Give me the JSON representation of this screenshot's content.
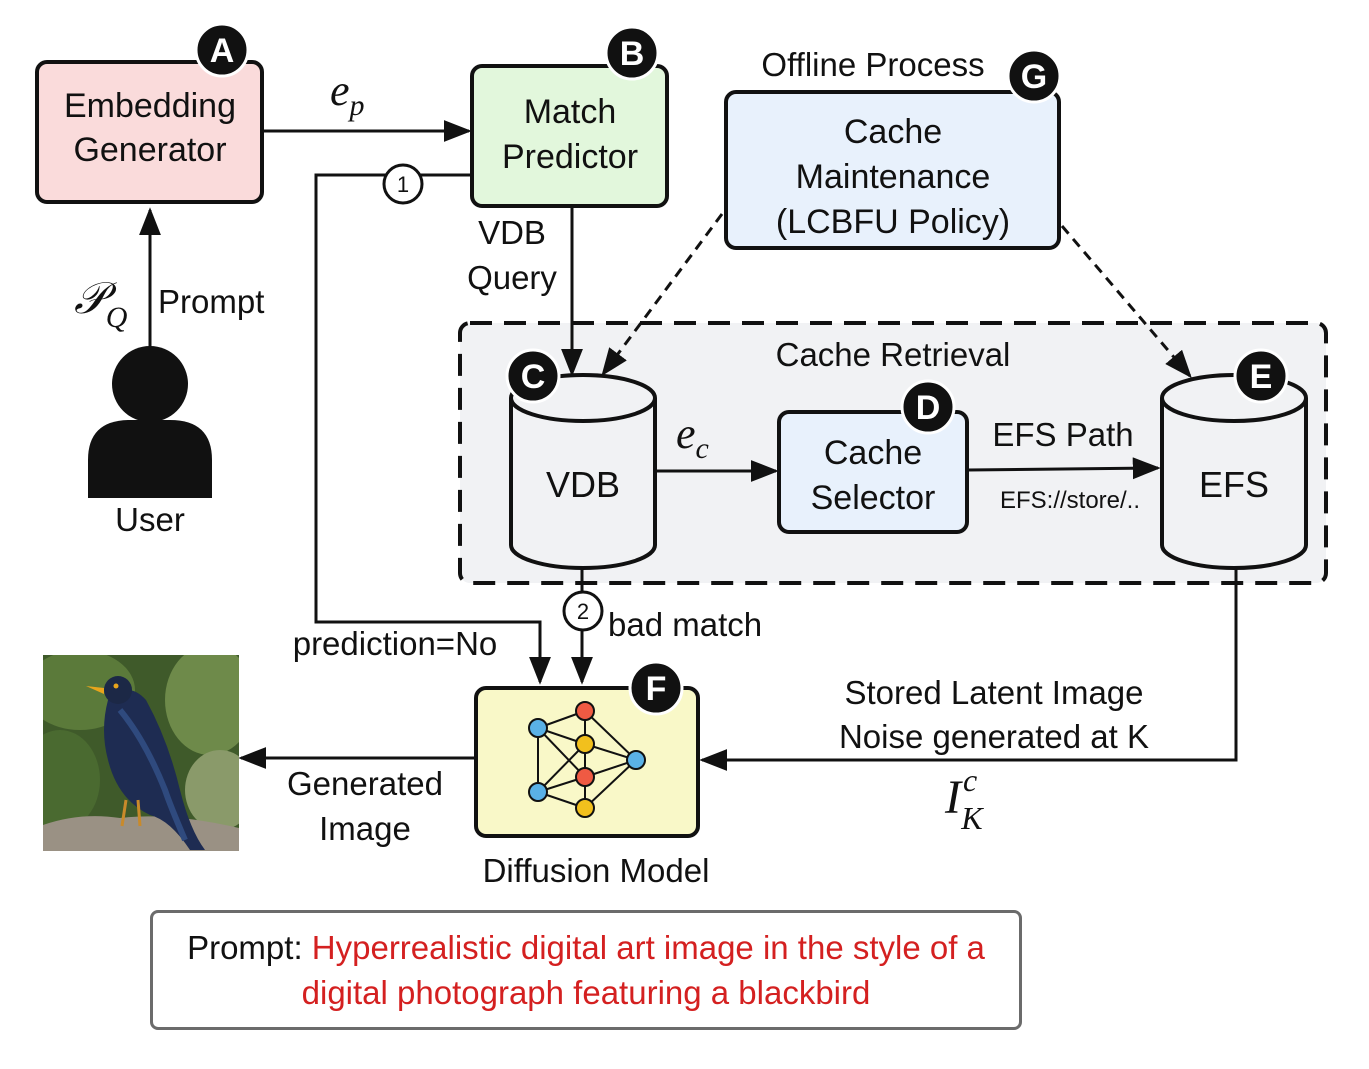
{
  "offline_label": "Offline Process",
  "cache_retrieval_label": "Cache Retrieval",
  "nodes": {
    "embedding_generator": {
      "badge": "A",
      "line1": "Embedding",
      "line2": "Generator",
      "fill": "#fadbdb"
    },
    "match_predictor": {
      "badge": "B",
      "line1": "Match",
      "line2": "Predictor",
      "fill": "#e2f7dc"
    },
    "vdb": {
      "badge": "C",
      "label": "VDB",
      "fill": "#f1f2f4"
    },
    "cache_selector": {
      "badge": "D",
      "line1": "Cache",
      "line2": "Selector",
      "fill": "#e8f1fc"
    },
    "efs": {
      "badge": "E",
      "label": "EFS",
      "fill": "#f1f2f4"
    },
    "diffusion_model": {
      "badge": "F",
      "label": "Diffusion Model",
      "fill": "#f9f8c8"
    },
    "cache_maintenance": {
      "badge": "G",
      "line1": "Cache",
      "line2": "Maintenance",
      "line3": "(LCBFU Policy)",
      "fill": "#e8f1fc"
    }
  },
  "user": {
    "label": "User",
    "prompt_label": "Prompt",
    "prompt_symbol": "𝒫",
    "prompt_sub": "Q"
  },
  "edges": {
    "ep_symbol": "e",
    "ep_sub": "p",
    "ec_symbol": "e",
    "ec_sub": "c",
    "vdb_query_1": "VDB",
    "vdb_query_2": "Query",
    "efs_path": "EFS Path",
    "efs_uri": "EFS://store/..",
    "step1": "1",
    "step2": "2",
    "prediction_no": "prediction=No",
    "bad_match": "bad match",
    "stored_latent_1": "Stored Latent Image",
    "stored_latent_2": "Noise generated at K",
    "ik_symbol": "I",
    "ik_sup": "c",
    "ik_sub": "K",
    "generated_1": "Generated",
    "generated_2": "Image"
  },
  "prompt_box": {
    "label": "Prompt:",
    "text": "Hyperrealistic digital art image in the style of a digital photograph featuring a blackbird"
  },
  "colors": {
    "accent_red": "#d42020",
    "line": "#111111",
    "retrieval_bg": "#f1f2f4"
  }
}
